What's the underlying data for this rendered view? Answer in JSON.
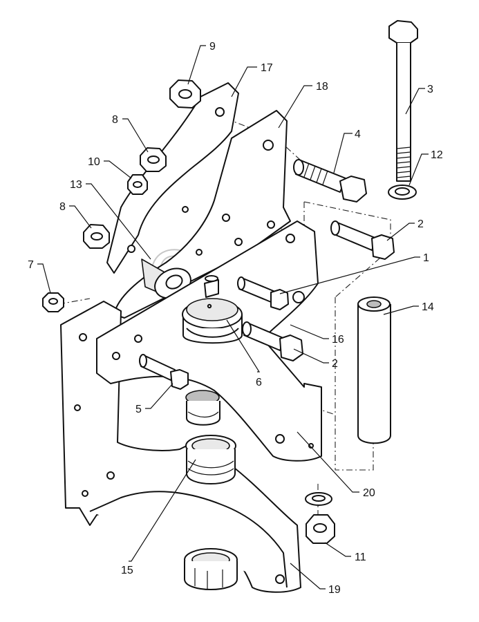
{
  "watermark": "OREX",
  "callouts": [
    "9",
    "17",
    "18",
    "3",
    "8",
    "4",
    "12",
    "10",
    "13",
    "2",
    "8",
    "1",
    "7",
    "14",
    "16",
    "2",
    "6",
    "5",
    "20",
    "11",
    "15",
    "19"
  ]
}
